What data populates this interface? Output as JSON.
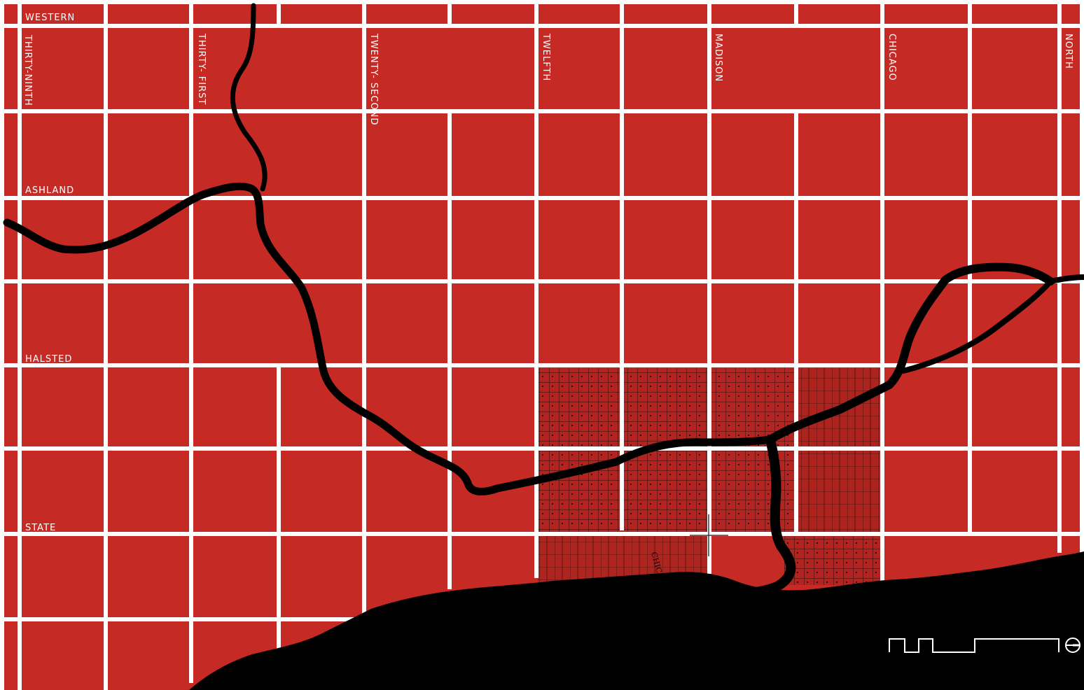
{
  "streets": {
    "east_west": [
      "WESTERN",
      "ASHLAND",
      "HALSTED",
      "STATE"
    ],
    "north_south": [
      "THIRTY-NINTH",
      "THIRTY- FIRST",
      "TWENTY- SECOND",
      "TWELFTH",
      "MADISON",
      "CHICAGO",
      "NORTH"
    ]
  },
  "colors": {
    "land": "#c62a24",
    "streets": "#ffffff",
    "water": "#000000",
    "historic_map_overlay": "#8f1d1a"
  },
  "features": {
    "river": "river-line",
    "lake": "lake-michigan-shoreline",
    "overlay": "historic-chicago-map-fragment",
    "scale_bar": "scale-bar",
    "north_arrow": "north-arrow-icon",
    "crosshair": "crosshair-icon"
  },
  "overlay_text": "CHICAGO"
}
